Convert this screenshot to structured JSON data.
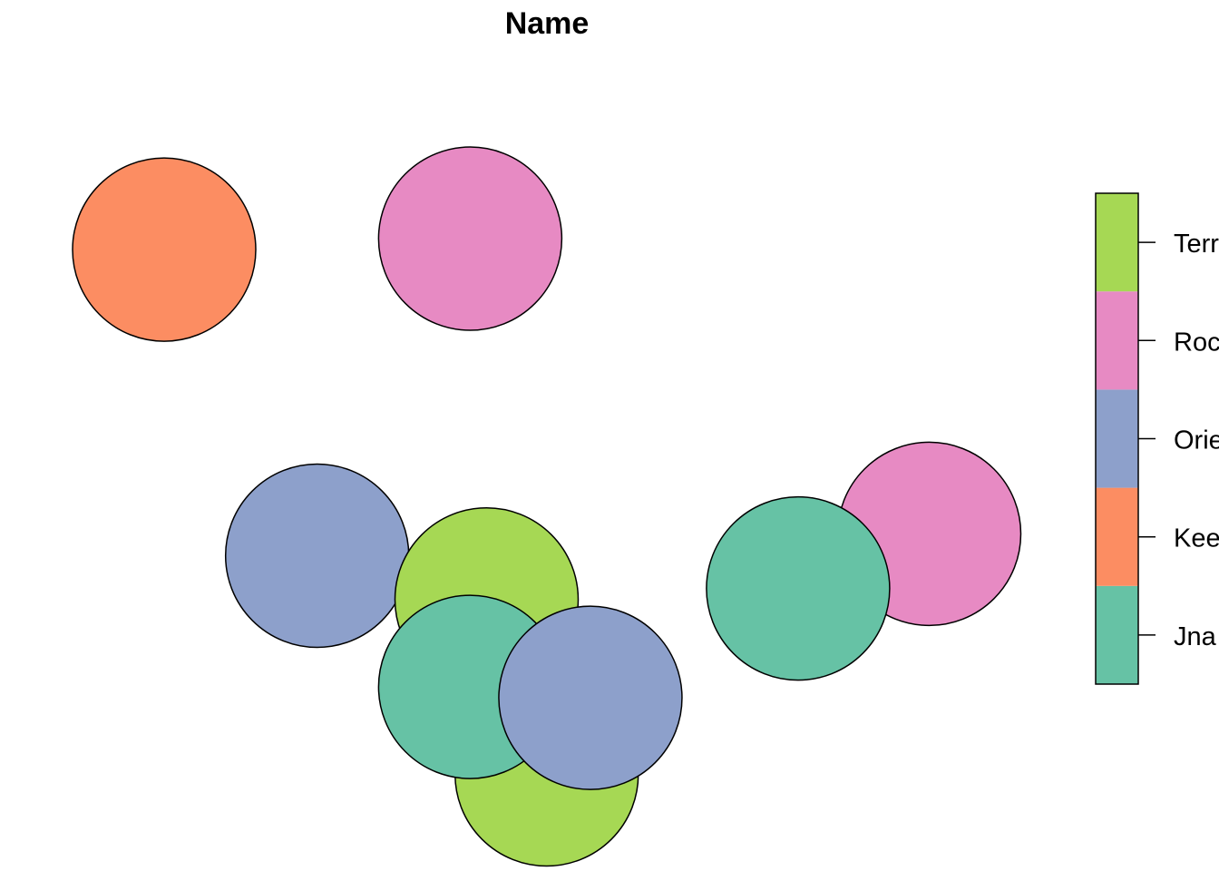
{
  "chart_data": {
    "type": "scatter",
    "title": "Name",
    "xlabel": "",
    "ylabel": "",
    "grid": false,
    "legend_position": "right",
    "legend": [
      {
        "label": "Jna",
        "color": "#66c2a5"
      },
      {
        "label": "Kee",
        "color": "#fc8d62"
      },
      {
        "label": "Orie",
        "color": "#8da0cb"
      },
      {
        "label": "Roc",
        "color": "#e78ac3"
      },
      {
        "label": "Terr",
        "color": "#a6d854"
      }
    ],
    "points": [
      {
        "x": 1.0,
        "y": 7.8,
        "category": "Kee"
      },
      {
        "x": 3.8,
        "y": 7.9,
        "category": "Roc"
      },
      {
        "x": 2.4,
        "y": 5.0,
        "category": "Orie"
      },
      {
        "x": 8.0,
        "y": 5.2,
        "category": "Roc"
      },
      {
        "x": 3.95,
        "y": 4.6,
        "category": "Terr"
      },
      {
        "x": 4.5,
        "y": 3.0,
        "category": "Terr"
      },
      {
        "x": 3.8,
        "y": 3.8,
        "category": "Jna"
      },
      {
        "x": 4.9,
        "y": 3.7,
        "category": "Orie"
      },
      {
        "x": 6.8,
        "y": 4.7,
        "category": "Jna"
      }
    ]
  }
}
